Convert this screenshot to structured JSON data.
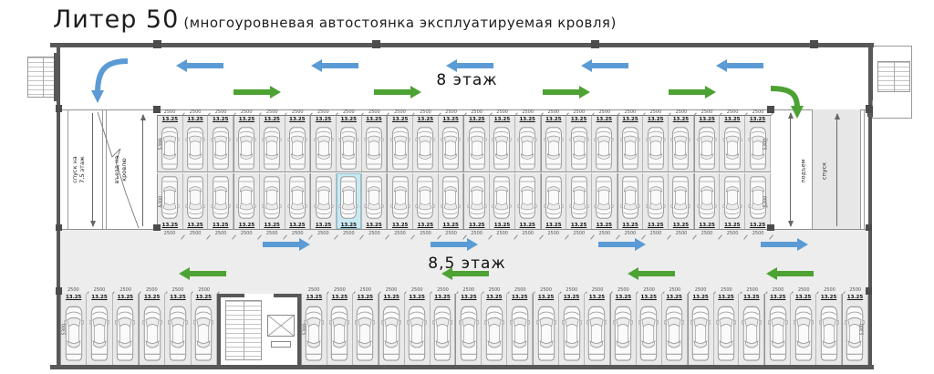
{
  "title": {
    "name": "Литер 50",
    "subtitle": "(многоуровневая автостоянка эксплуатируемая кровля)"
  },
  "lanes": {
    "upper": {
      "label": "8 этаж"
    },
    "lower": {
      "label": "8,5 этаж"
    }
  },
  "ramps": {
    "left_down": "спуск на\n7,5 этаж",
    "left_up": "въезд на\nкровлю",
    "right_up": "подъем",
    "right_down": "спуск"
  },
  "stall": {
    "width_mm": "2500",
    "depth_mm": "5300",
    "area_label": "13.25"
  },
  "rows": [
    {
      "id": "central-top",
      "stalls": 24,
      "car_facing": "up",
      "label_position": "top",
      "highlighted_stall": null
    },
    {
      "id": "central-bottom",
      "stalls": 24,
      "car_facing": "down",
      "label_position": "bottom",
      "highlighted_stall": 8
    },
    {
      "id": "bottom-left",
      "stalls": 6,
      "car_facing": "up",
      "label_position": "top",
      "highlighted_stall": null
    },
    {
      "id": "bottom-right",
      "stalls": 22,
      "car_facing": "up",
      "label_position": "top",
      "highlighted_stall": null
    }
  ],
  "colors": {
    "arrow_blue": "#5b9bd5",
    "arrow_green": "#4ca232",
    "wall": "#585858",
    "stall_fill": "#e9e9e9",
    "stall_highlight": "#c9e9f2",
    "lower_lane_fill": "#ededed"
  }
}
